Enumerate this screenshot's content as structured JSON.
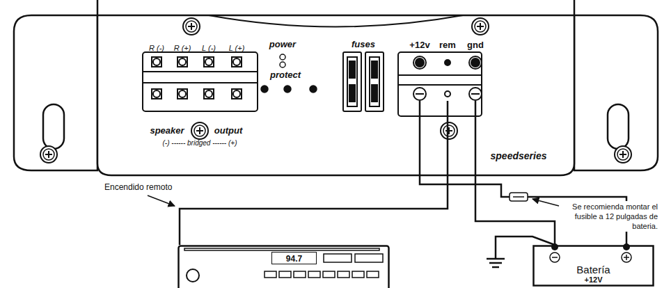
{
  "diagram": {
    "nodes": [
      {
        "text": [
          "+12v"
        ]
      },
      {
        "text": [
          "rem"
        ]
      },
      {
        "text": [
          "gnd"
        ]
      },
      {
        "text": [
          "94.7"
        ]
      },
      {
        "text": [
          "Batería",
          "+12V"
        ]
      }
    ],
    "edges": [
      {
        "from": 0,
        "to": 4,
        "arrow": "none"
      },
      {
        "from": 1,
        "to": 3,
        "arrow": "none"
      },
      {
        "from": 2,
        "to": 4,
        "arrow": "none"
      }
    ],
    "labels": [
      "R (-)",
      "R (+)",
      "L (-)",
      "L (+)",
      "power",
      "protect",
      "fuses",
      "speaker",
      "output",
      "(-) ------ bridged ------ (+)",
      "speedseries",
      "Encendido remoto",
      "Se recomienda montar el fusible a 12 pulgadas de bateria."
    ]
  }
}
